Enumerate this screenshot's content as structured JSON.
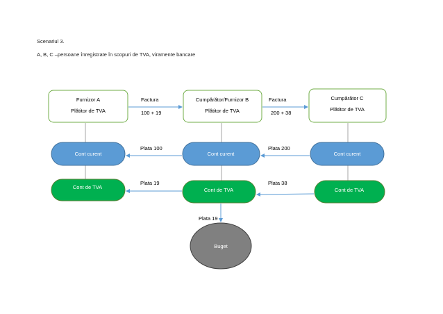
{
  "header": {
    "title": "Scenariul 3.",
    "subtitle": "A, B, C –persoane înregistrate în scopuri de TVA, viramente bancare"
  },
  "nodes": {
    "furnizor_a": {
      "name": "Furnizor A",
      "status": "Plătitor de TVA"
    },
    "cumparator_b": {
      "name": "Cumpărător/Furnizor B",
      "status": "Plătitor de TVA"
    },
    "cumparator_c": {
      "name": "Cumpărător C",
      "status": "Plătitor de TVA"
    },
    "cont_curent_a": "Cont curent",
    "cont_curent_b": "Cont curent",
    "cont_curent_c": "Cont curent",
    "cont_tva_a": "Cont de TVA",
    "cont_tva_b": "Cont de TVA",
    "cont_tva_c": "Cont de TVA",
    "buget": "Buget"
  },
  "edges": {
    "factura_ab": {
      "label": "Factura",
      "amount": "100 + 19"
    },
    "factura_bc": {
      "label": "Factura",
      "amount": "200 + 38"
    },
    "plata_100": "Plata 100",
    "plata_200": "Plata 200",
    "plata_19": "Plata 19",
    "plata_38": "Plata 38",
    "plata_19_buget": "Plata 19"
  },
  "colors": {
    "entity_border": "#70ad47",
    "cont_curent_fill": "#5b9bd5",
    "cont_curent_border": "#41719c",
    "cont_tva_fill": "#00b050",
    "cont_tva_border": "#548235",
    "buget_fill": "#808080",
    "arrow": "#5b9bd5",
    "connector": "#a6a6a6"
  }
}
